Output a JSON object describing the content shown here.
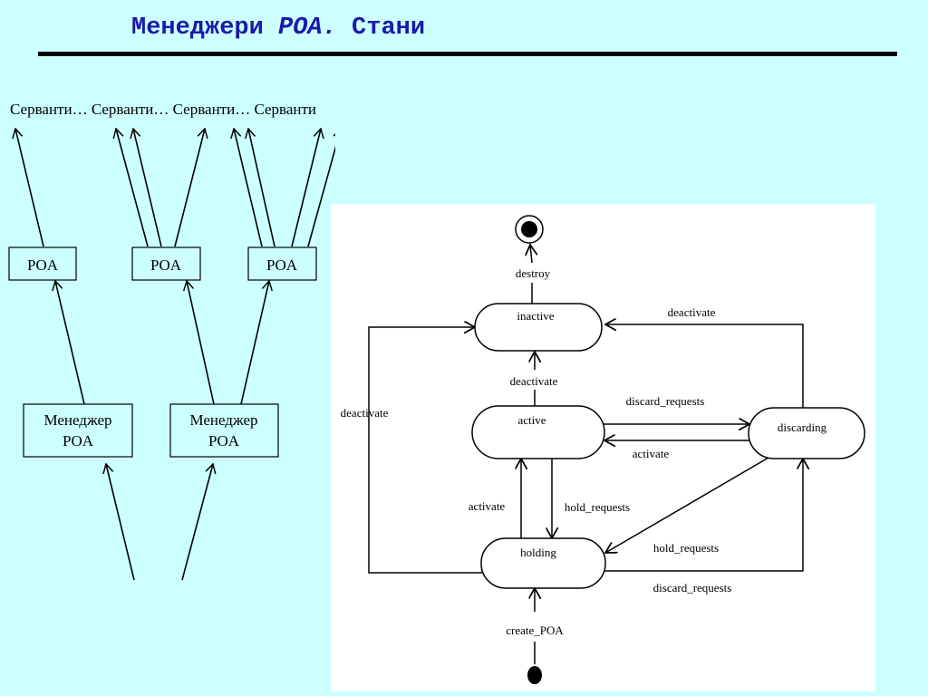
{
  "title": {
    "part1": "Менеджери ",
    "part2": "POA.",
    "part3": " Стани"
  },
  "servants_label": "Серванти… Серванти… Серванти… Серванти",
  "hierarchy": {
    "poa_label": "POA",
    "manager_line1": "Менеджер",
    "manager_line2": "POA"
  },
  "state_diagram": {
    "states": {
      "inactive": "inactive",
      "active": "active",
      "discarding": "discarding",
      "holding": "holding"
    },
    "transitions": {
      "destroy": "destroy",
      "deactivate_top": "deactivate",
      "deactivate_mid": "deactivate",
      "deactivate_left": "deactivate",
      "discard_requests_top": "discard_requests",
      "activate_right": "activate",
      "activate_left": "activate",
      "hold_requests_mid": "hold_requests",
      "hold_requests_right": "hold_requests",
      "discard_requests_bottom": "discard_requests",
      "create_poa": "create_POA"
    }
  },
  "colors": {
    "background": "#ccffff",
    "title": "#1a1aa8",
    "panel": "#ffffff"
  }
}
